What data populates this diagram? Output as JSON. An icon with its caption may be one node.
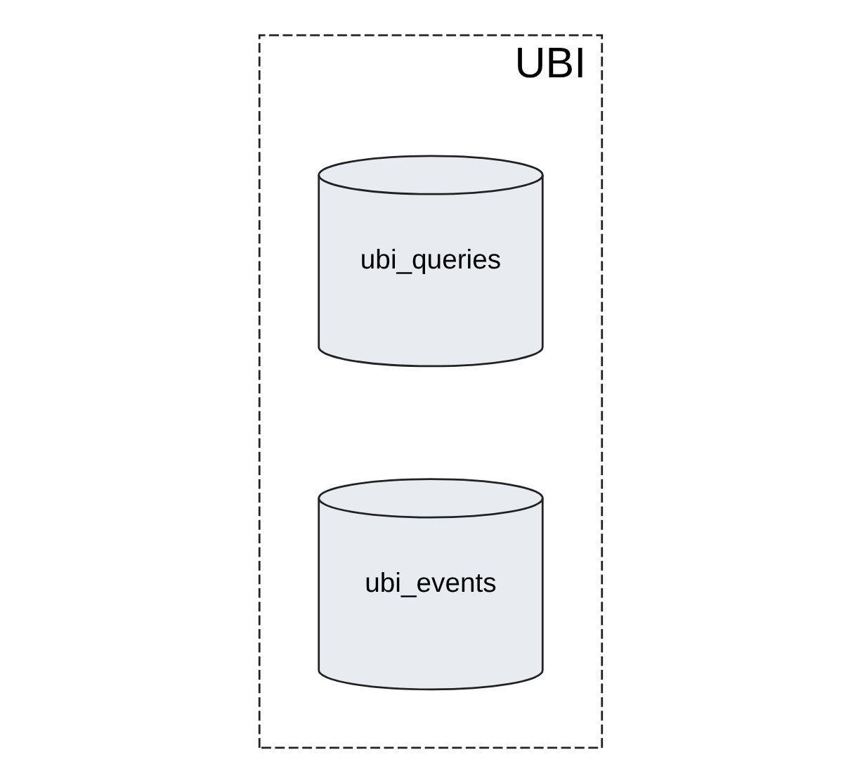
{
  "diagram": {
    "nodes": [
      {
        "text": [
          "UBI"
        ]
      },
      {
        "text": [
          "ubi_queries"
        ],
        "in": 0
      },
      {
        "text": [
          "ubi_events"
        ],
        "in": 0
      }
    ]
  }
}
